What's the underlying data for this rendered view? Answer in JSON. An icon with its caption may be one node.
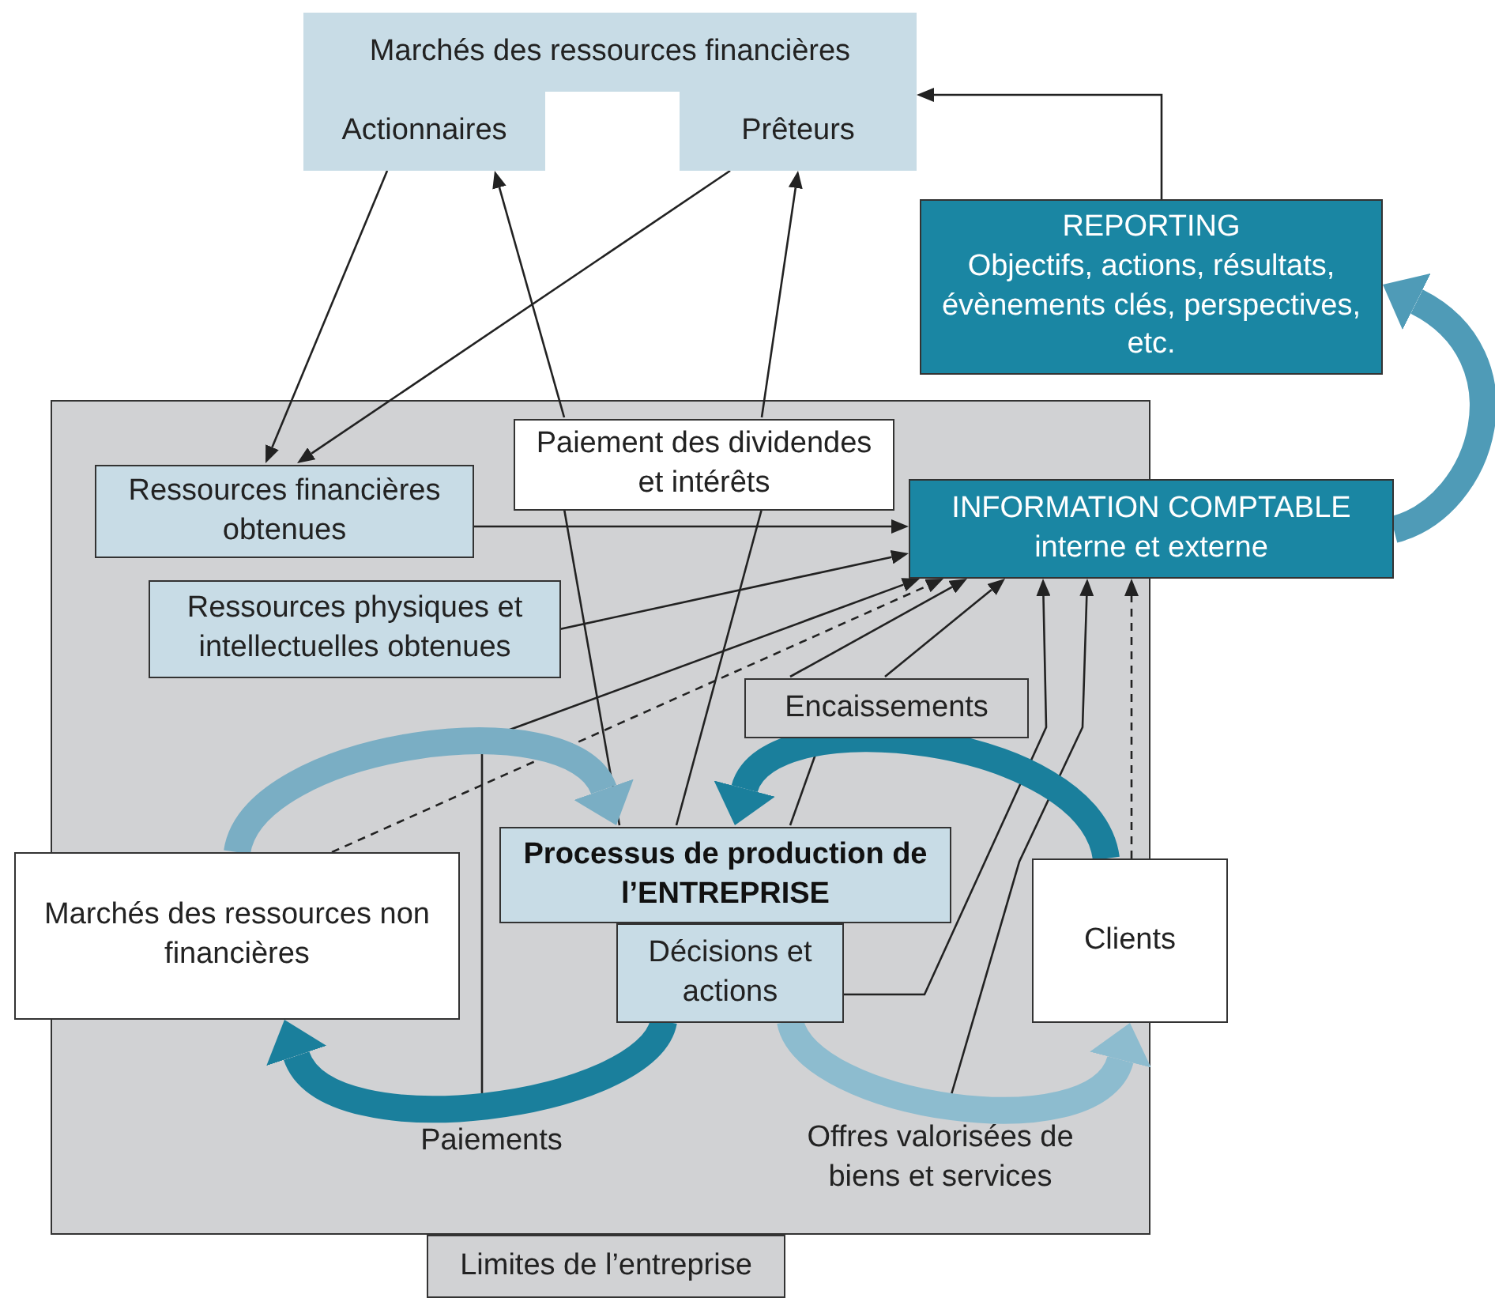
{
  "diagram": {
    "nodes": [
      {
        "text": [
          "Marchés des ressources financières"
        ]
      },
      {
        "text": [
          "Actionnaires"
        ],
        "in": 0
      },
      {
        "text": [
          "Prêteurs"
        ],
        "in": 0
      },
      {
        "text": [
          "REPORTING",
          "Objectifs, actions, résultats, évènements clés, perspectives, etc."
        ]
      },
      {
        "text": [],
        "shape": "box"
      },
      {
        "text": [
          "Paiement des dividendes et intérêts"
        ],
        "in": 4
      },
      {
        "text": [
          "Ressources financières obtenues"
        ],
        "in": 4
      },
      {
        "text": [
          "INFORMATION COMPTABLE",
          "interne et externe"
        ]
      },
      {
        "text": [
          "Ressources physiques et intellectuelles obtenues"
        ],
        "in": 4
      },
      {
        "text": [
          "Encaissements"
        ],
        "in": 4
      },
      {
        "text": [
          "Processus de production de l’ENTREPRISE"
        ],
        "in": 4
      },
      {
        "text": [
          "Décisions et actions"
        ],
        "in": 4
      },
      {
        "text": [
          "Marchés des ressources non financières"
        ]
      },
      {
        "text": [
          "Clients"
        ]
      },
      {
        "text": [
          "Paiements"
        ],
        "in": 4
      },
      {
        "text": [
          "Offres valorisées de biens et services"
        ],
        "in": 4
      },
      {
        "text": [
          "Limites de l’entreprise"
        ]
      }
    ],
    "edges": [
      {
        "from": 1,
        "to": 6,
        "arrow": "to"
      },
      {
        "from": 2,
        "to": 6,
        "arrow": "to"
      },
      {
        "from": 5,
        "to": 1,
        "arrow": "to"
      },
      {
        "from": 5,
        "to": 2,
        "arrow": "to"
      },
      {
        "from": 10,
        "to": 5,
        "arrow": "none"
      },
      {
        "from": 10,
        "to": 5,
        "arrow": "none"
      },
      {
        "from": 3,
        "to": 0,
        "arrow": "to"
      },
      {
        "from": 7,
        "to": 3,
        "arrow": "to",
        "style": "thick",
        "color": "#4f9bb7"
      },
      {
        "from": 6,
        "to": 7,
        "arrow": "to"
      },
      {
        "from": 8,
        "to": 7,
        "arrow": "to"
      },
      {
        "from": 14,
        "to": 7,
        "arrow": "to"
      },
      {
        "from": 12,
        "to": 7,
        "arrow": "to",
        "style": "dashed"
      },
      {
        "from": 10,
        "to": 9,
        "arrow": "none"
      },
      {
        "from": 9,
        "to": 7,
        "arrow": "to"
      },
      {
        "from": 9,
        "to": 7,
        "arrow": "to"
      },
      {
        "from": 11,
        "to": 7,
        "arrow": "to"
      },
      {
        "from": 15,
        "to": 7,
        "arrow": "to"
      },
      {
        "from": 13,
        "to": 7,
        "arrow": "to",
        "style": "dashed"
      },
      {
        "from": 12,
        "to": 10,
        "arrow": "to",
        "style": "thick",
        "color": "#7aaec4"
      },
      {
        "from": 13,
        "to": 10,
        "arrow": "to",
        "style": "thick",
        "color": "#1a7f9c"
      },
      {
        "from": 11,
        "to": 12,
        "arrow": "to",
        "style": "thick",
        "color": "#1a7f9c"
      },
      {
        "from": 11,
        "to": 13,
        "arrow": "to",
        "style": "thick",
        "color": "#8dbccf"
      }
    ]
  }
}
